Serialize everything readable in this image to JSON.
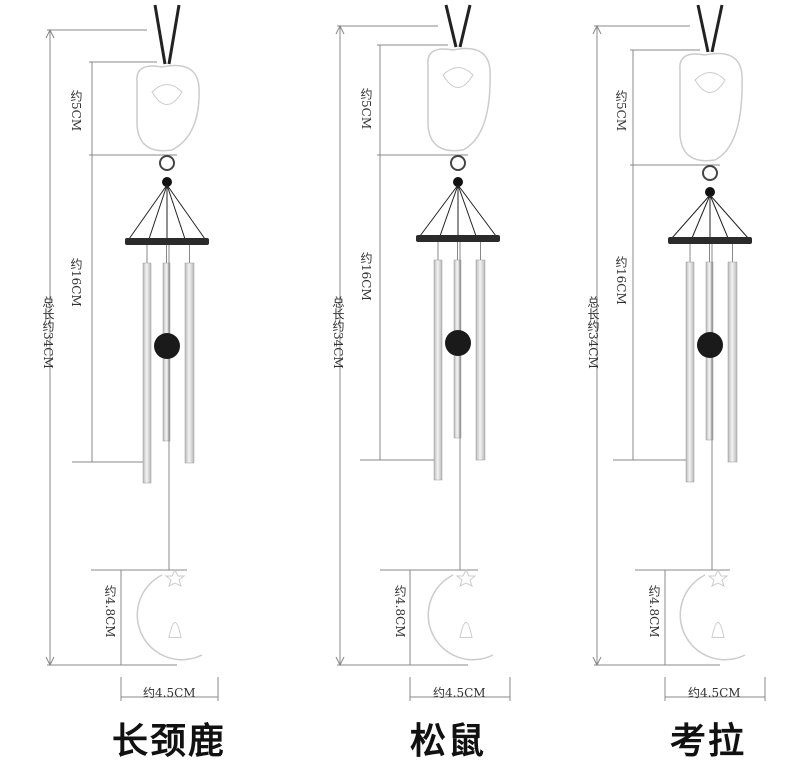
{
  "colors": {
    "line": "#888888",
    "string": "#222222",
    "ornament": "#ffffff",
    "ornament_stroke": "#cccccc",
    "tube_light": "#f3f3f3",
    "tube_dark": "#b8b8b8",
    "disk": "#2b2b2b",
    "ball": "#1a1a1a"
  },
  "panels": [
    {
      "name": "长颈鹿",
      "top_ornament": "giraffe-ornament",
      "labels": {
        "top": "约5CM",
        "middle": "约16CM",
        "total": "总长约34CM",
        "bottom": "约4.8CM",
        "width": "约4.5CM"
      }
    },
    {
      "name": "松鼠",
      "top_ornament": "squirrel-ornament",
      "labels": {
        "top": "约5CM",
        "middle": "约16CM",
        "total": "总长约34CM",
        "bottom": "约4.8CM",
        "width": "约4.5CM"
      }
    },
    {
      "name": "考拉",
      "top_ornament": "koala-ornament",
      "labels": {
        "top": "约5CM",
        "middle": "约16CM",
        "total": "总长约34CM",
        "bottom": "约4.8CM",
        "width": "约4.5CM"
      }
    }
  ]
}
